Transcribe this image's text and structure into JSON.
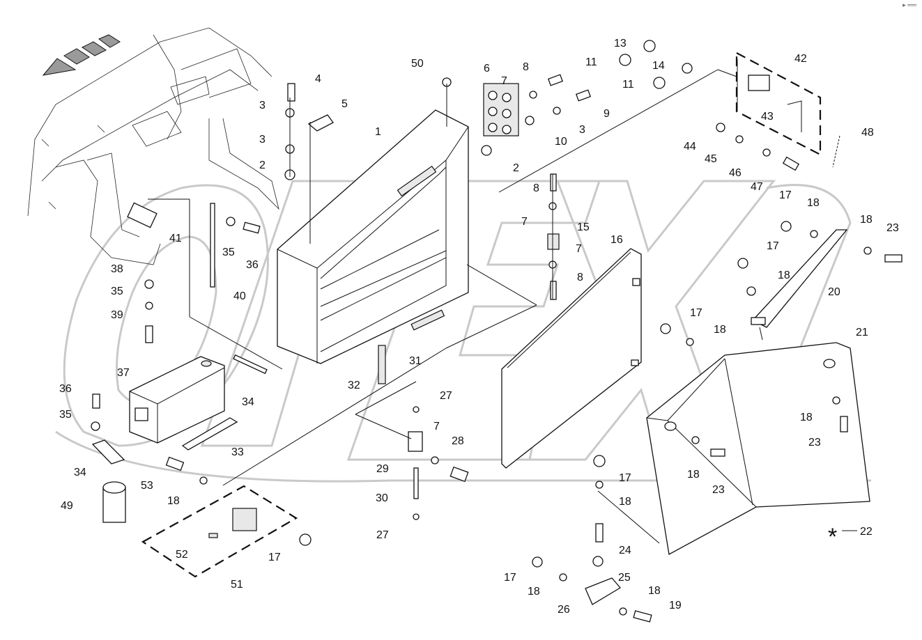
{
  "corner_mark": "▸ ══",
  "watermark": "OPEX",
  "legend": {
    "symbol": "*",
    "number": "22"
  },
  "callouts": [
    {
      "id": "c50",
      "text": "50"
    },
    {
      "id": "c6",
      "text": "6"
    },
    {
      "id": "c8a",
      "text": "8"
    },
    {
      "id": "c13",
      "text": "13"
    },
    {
      "id": "c11a",
      "text": "11"
    },
    {
      "id": "c14",
      "text": "14"
    },
    {
      "id": "c11b",
      "text": "11"
    },
    {
      "id": "c42",
      "text": "42"
    },
    {
      "id": "c4",
      "text": "4"
    },
    {
      "id": "c3a",
      "text": "3"
    },
    {
      "id": "c5",
      "text": "5"
    },
    {
      "id": "c3b",
      "text": "3"
    },
    {
      "id": "c2a",
      "text": "2"
    },
    {
      "id": "c7a",
      "text": "7"
    },
    {
      "id": "c9",
      "text": "9"
    },
    {
      "id": "c3c",
      "text": "3"
    },
    {
      "id": "c10",
      "text": "10"
    },
    {
      "id": "c2b",
      "text": "2"
    },
    {
      "id": "c1",
      "text": "1"
    },
    {
      "id": "c43",
      "text": "43"
    },
    {
      "id": "c48",
      "text": "48"
    },
    {
      "id": "c44",
      "text": "44"
    },
    {
      "id": "c45",
      "text": "45"
    },
    {
      "id": "c46",
      "text": "46"
    },
    {
      "id": "c47",
      "text": "47"
    },
    {
      "id": "c8b",
      "text": "8"
    },
    {
      "id": "c7b",
      "text": "7"
    },
    {
      "id": "c15",
      "text": "15"
    },
    {
      "id": "c7c",
      "text": "7"
    },
    {
      "id": "c8c",
      "text": "8"
    },
    {
      "id": "c17a",
      "text": "17"
    },
    {
      "id": "c18a",
      "text": "18"
    },
    {
      "id": "c18b",
      "text": "18"
    },
    {
      "id": "c23a",
      "text": "23"
    },
    {
      "id": "c17b",
      "text": "17"
    },
    {
      "id": "c18c",
      "text": "18"
    },
    {
      "id": "c20",
      "text": "20"
    },
    {
      "id": "c16",
      "text": "16"
    },
    {
      "id": "c41",
      "text": "41"
    },
    {
      "id": "c35a",
      "text": "35"
    },
    {
      "id": "c36a",
      "text": "36"
    },
    {
      "id": "c38",
      "text": "38"
    },
    {
      "id": "c35b",
      "text": "35"
    },
    {
      "id": "c40",
      "text": "40"
    },
    {
      "id": "c39",
      "text": "39"
    },
    {
      "id": "c17c",
      "text": "17"
    },
    {
      "id": "c18d",
      "text": "18"
    },
    {
      "id": "c21",
      "text": "21"
    },
    {
      "id": "c37",
      "text": "37"
    },
    {
      "id": "c31",
      "text": "31"
    },
    {
      "id": "c32",
      "text": "32"
    },
    {
      "id": "c34a",
      "text": "34"
    },
    {
      "id": "c36b",
      "text": "36"
    },
    {
      "id": "c35c",
      "text": "35"
    },
    {
      "id": "c27a",
      "text": "27"
    },
    {
      "id": "c7d",
      "text": "7"
    },
    {
      "id": "c28",
      "text": "28"
    },
    {
      "id": "c33",
      "text": "33"
    },
    {
      "id": "c18e",
      "text": "18"
    },
    {
      "id": "c23b",
      "text": "23"
    },
    {
      "id": "c34b",
      "text": "34"
    },
    {
      "id": "c29",
      "text": "29"
    },
    {
      "id": "c53",
      "text": "53"
    },
    {
      "id": "c18f",
      "text": "18"
    },
    {
      "id": "c17d",
      "text": "17"
    },
    {
      "id": "c18g",
      "text": "18"
    },
    {
      "id": "c23c",
      "text": "23"
    },
    {
      "id": "c49",
      "text": "49"
    },
    {
      "id": "c30",
      "text": "30"
    },
    {
      "id": "c18h",
      "text": "18"
    },
    {
      "id": "c24",
      "text": "24"
    },
    {
      "id": "c27b",
      "text": "27"
    },
    {
      "id": "c52",
      "text": "52"
    },
    {
      "id": "c17e",
      "text": "17"
    },
    {
      "id": "c17f",
      "text": "17"
    },
    {
      "id": "c25",
      "text": "25"
    },
    {
      "id": "c51",
      "text": "51"
    },
    {
      "id": "c18i",
      "text": "18"
    },
    {
      "id": "c26",
      "text": "26"
    },
    {
      "id": "c18j",
      "text": "18"
    },
    {
      "id": "c19",
      "text": "19"
    }
  ]
}
